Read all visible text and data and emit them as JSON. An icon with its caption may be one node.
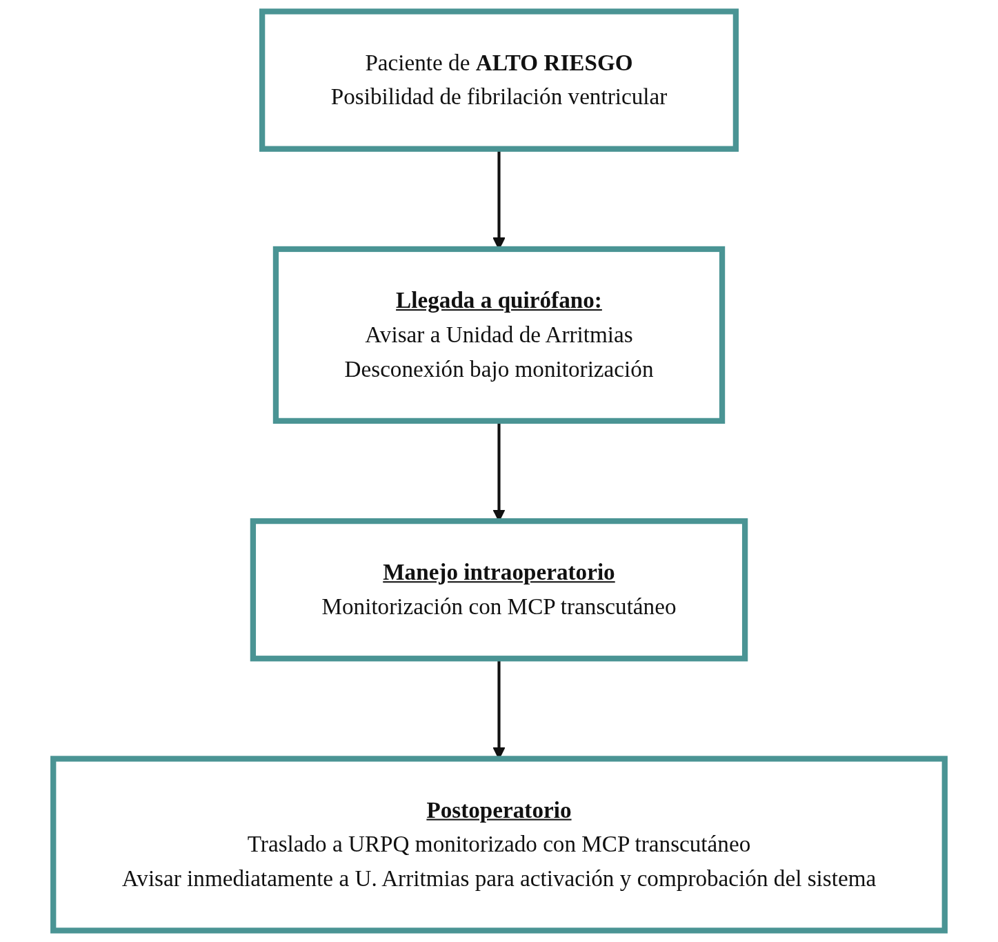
{
  "diagram": {
    "nodes": [
      {
        "text": [
          "Paciente de **ALTO RIESGO**",
          "Posibilidad de fibrilación ventricular"
        ]
      },
      {
        "text": [
          "Llegada a quirófano:",
          "Avisar a Unidad de Arritmias",
          "Desconexión bajo monitorización"
        ]
      },
      {
        "text": [
          "Manejo intraoperatorio",
          "Monitorización con MCP transcutáneo"
        ]
      },
      {
        "text": [
          "Postoperatorio",
          "Traslado a URPQ monitorizado con MCP transcutáneo",
          "Avisar inmediatamente a U. Arritmias para activación y comprobación del sistema"
        ]
      }
    ],
    "edges": [
      {
        "from": 0,
        "to": 1,
        "arrow": "to"
      },
      {
        "from": 1,
        "to": 2,
        "arrow": "to"
      },
      {
        "from": 2,
        "to": 3,
        "arrow": "to"
      }
    ]
  }
}
